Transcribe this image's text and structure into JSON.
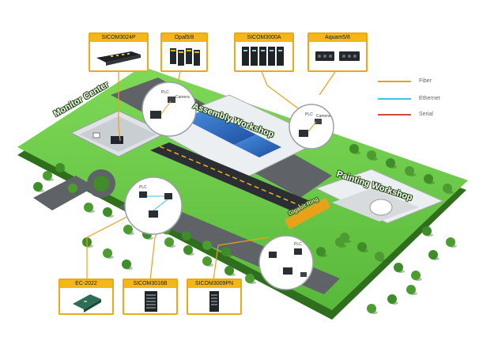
{
  "devices": [
    {
      "label": "SICOM3024P"
    },
    {
      "label": "Opal5/8"
    },
    {
      "label": "SICOM3000A"
    },
    {
      "label": "Aquam5/8"
    },
    {
      "label": "EC-2022"
    },
    {
      "label": "SICOM3016B"
    },
    {
      "label": "SICOM3009PN"
    }
  ],
  "legend": [
    {
      "label": "Fiber",
      "color": "#e8a21a"
    },
    {
      "label": "Ethernet",
      "color": "#3cc4e0"
    },
    {
      "label": "Serial",
      "color": "#d24a3c"
    }
  ],
  "areas": {
    "monitor_center": "Monitor Center",
    "assembly_workshop": "Assembly Workshop",
    "painting_workshop": "Painting Workshop",
    "road_sign": "Gigabit Ring"
  },
  "zoom_labels": {
    "plc": "PLC",
    "camera": "Camera"
  },
  "colors": {
    "grass": "#6fcf4a",
    "grass_dark": "#3f8d29",
    "road": "#5f6368",
    "callout_border": "#e9a91c",
    "callout_header": "#f5b718"
  }
}
